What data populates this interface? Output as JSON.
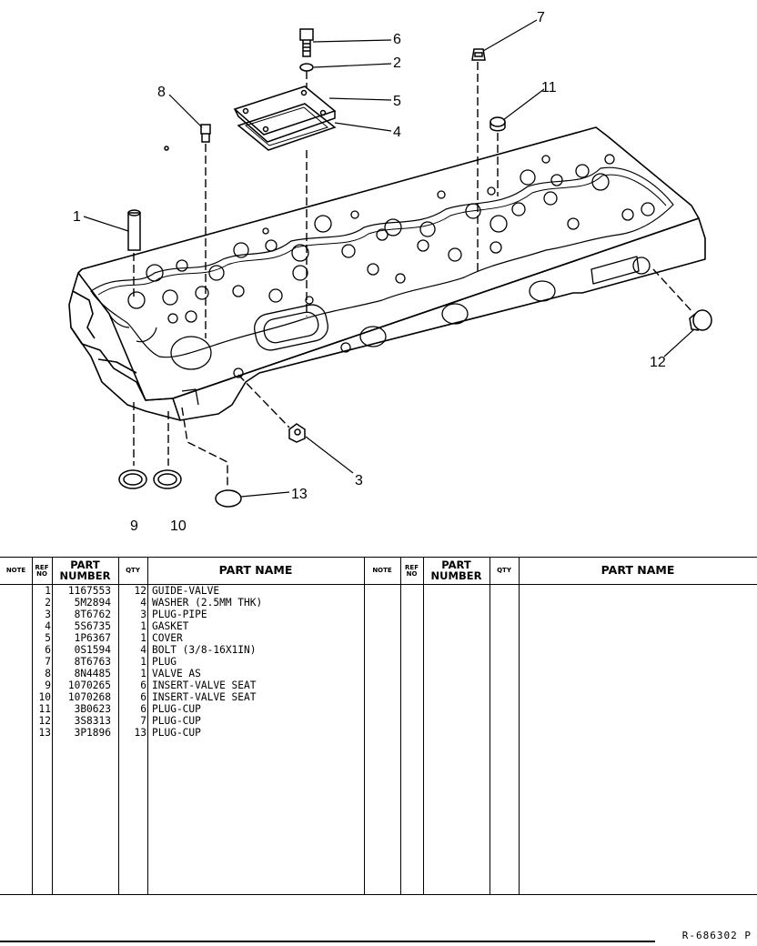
{
  "diagram": {
    "callouts": [
      "1",
      "2",
      "3",
      "4",
      "5",
      "6",
      "7",
      "8",
      "9",
      "10",
      "11",
      "12",
      "13"
    ]
  },
  "table": {
    "headers": {
      "note": "NOTE",
      "ref_no_a": "REF",
      "ref_no_b": "NO",
      "part_number_a": "PART",
      "part_number_b": "NUMBER",
      "qty": "QTY",
      "part_name": "PART NAME"
    },
    "rows": [
      {
        "ref": "1",
        "part_number": "1167553",
        "qty": "12",
        "name": "GUIDE-VALVE"
      },
      {
        "ref": "2",
        "part_number": "5M2894",
        "qty": "4",
        "name": "WASHER (2.5MM THK)"
      },
      {
        "ref": "3",
        "part_number": "8T6762",
        "qty": "3",
        "name": "PLUG-PIPE"
      },
      {
        "ref": "4",
        "part_number": "5S6735",
        "qty": "1",
        "name": "GASKET"
      },
      {
        "ref": "5",
        "part_number": "1P6367",
        "qty": "1",
        "name": "COVER"
      },
      {
        "ref": "6",
        "part_number": "0S1594",
        "qty": "4",
        "name": "BOLT (3/8-16X1IN)"
      },
      {
        "ref": "7",
        "part_number": "8T6763",
        "qty": "1",
        "name": "PLUG"
      },
      {
        "ref": "8",
        "part_number": "8N4485",
        "qty": "1",
        "name": "VALVE AS"
      },
      {
        "ref": "9",
        "part_number": "1070265",
        "qty": "6",
        "name": "INSERT-VALVE SEAT"
      },
      {
        "ref": "10",
        "part_number": "1070268",
        "qty": "6",
        "name": "INSERT-VALVE SEAT"
      },
      {
        "ref": "11",
        "part_number": "3B0623",
        "qty": "6",
        "name": "PLUG-CUP"
      },
      {
        "ref": "12",
        "part_number": "3S8313",
        "qty": "7",
        "name": "PLUG-CUP"
      },
      {
        "ref": "13",
        "part_number": "3P1896",
        "qty": "13",
        "name": "PLUG-CUP"
      }
    ]
  },
  "footer": {
    "doc_ref": "R-686302 P"
  }
}
